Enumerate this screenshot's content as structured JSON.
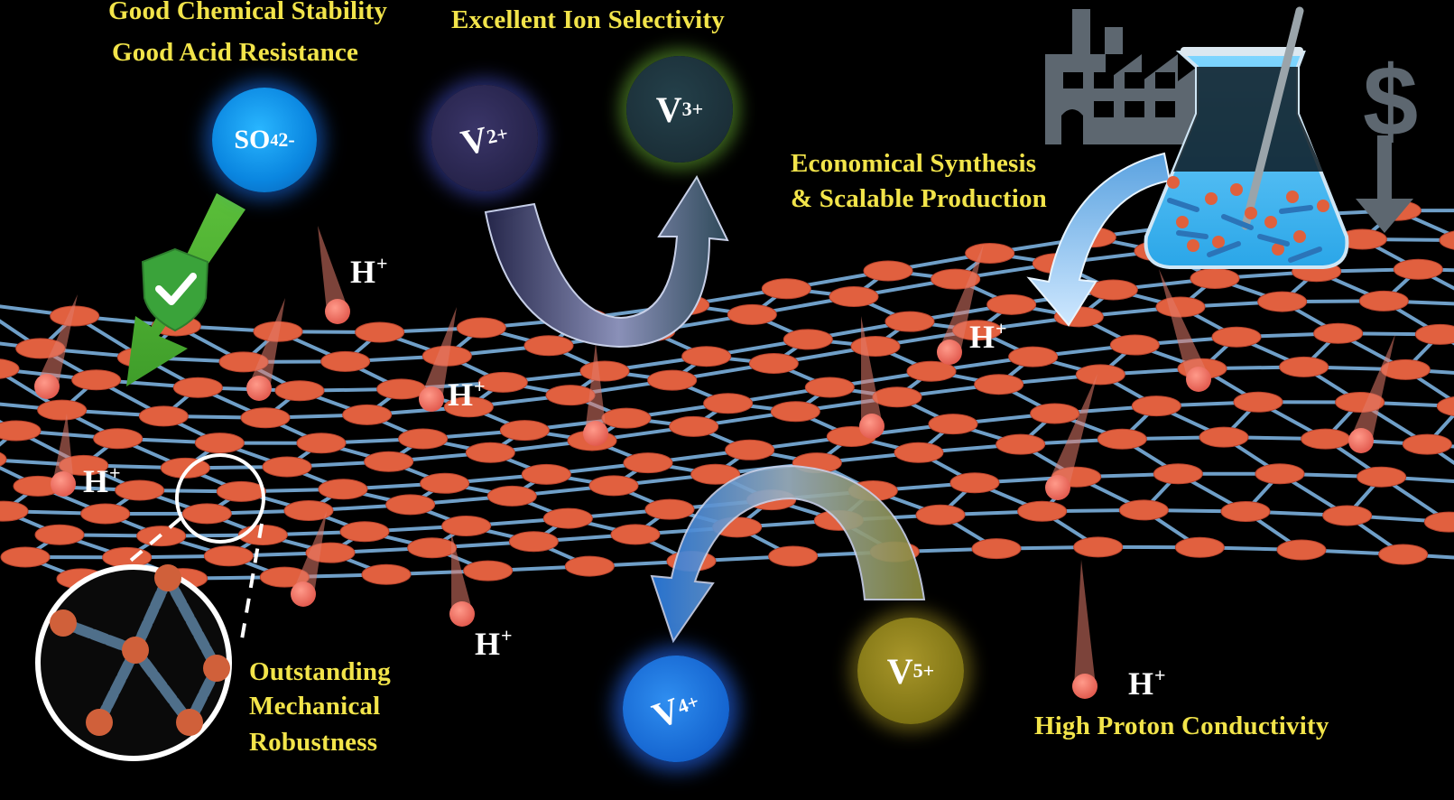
{
  "labels": {
    "chem_stability": "Good Chemical Stability",
    "acid_resistance": "Good Acid Resistance",
    "ion_selectivity": "Excellent Ion Selectivity",
    "synthesis_line1": "Economical Synthesis",
    "synthesis_line2": "& Scalable Production",
    "robust_line1": "Outstanding",
    "robust_line2": "Mechanical",
    "robust_line3": "Robustness",
    "proton": "High Proton Conductivity"
  },
  "ions": {
    "so4": {
      "symbol": "SO",
      "sub": "4",
      "sup": "2-"
    },
    "v2": {
      "symbol": "V",
      "sup": "2+"
    },
    "v3": {
      "symbol": "V",
      "sup": "3+"
    },
    "v4": {
      "symbol": "V",
      "sup": "4+"
    },
    "v5": {
      "symbol": "V",
      "sup": "5+"
    }
  },
  "proton": {
    "symbol": "H",
    "sup": "+"
  },
  "icons": [
    "factory-icon",
    "beaker-icon",
    "dollar-icon",
    "down-arrow-icon",
    "shield-check-icon",
    "magnifier-circle-icon"
  ],
  "colors": {
    "label_yellow": "#f2e44a",
    "node_orange": "#e1603f",
    "bond_blue": "#6f9fc8",
    "background": "#000000"
  }
}
